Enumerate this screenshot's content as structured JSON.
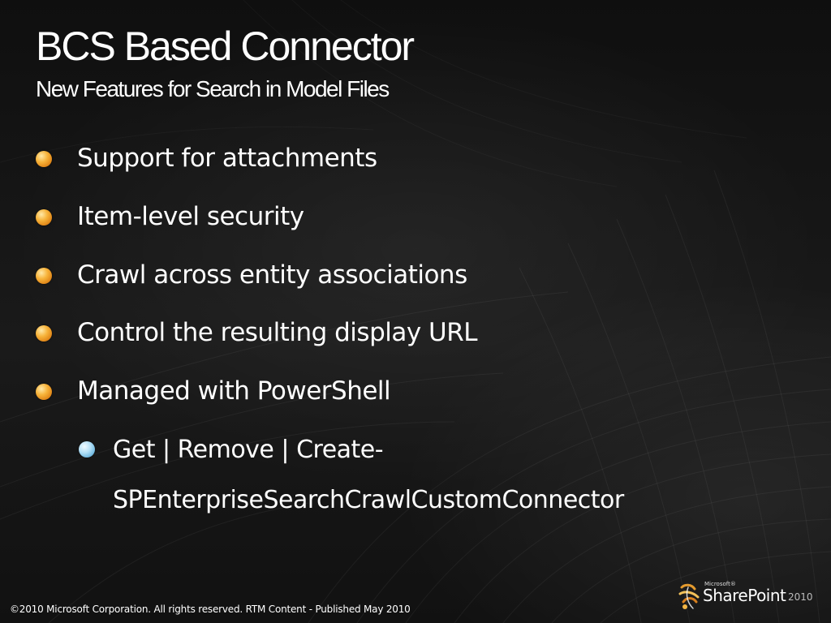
{
  "slide": {
    "title": "BCS Based Connector",
    "subtitle": "New Features for Search in Model Files",
    "bullets": [
      {
        "text": "Support for attachments"
      },
      {
        "text": "Item-level security"
      },
      {
        "text": "Crawl across entity associations"
      },
      {
        "text": "Control the resulting display URL"
      },
      {
        "text": "Managed with PowerShell"
      }
    ],
    "sub_bullet": {
      "line1": "Get | Remove | Create-",
      "line2": "SPEnterpriseSearchCrawlCustomConnector"
    },
    "footer": "©2010 Microsoft Corporation. All rights reserved. RTM Content - Published May 2010",
    "logo": {
      "microsoft": "Microsoft®",
      "product": "SharePoint",
      "year": "2010",
      "icon": "sharepoint-logo-icon"
    },
    "colors": {
      "background": "#0d0d0d",
      "text": "#ffffff",
      "bullet_primary": "#f7b33a",
      "bullet_secondary": "#b5e1f7"
    }
  }
}
